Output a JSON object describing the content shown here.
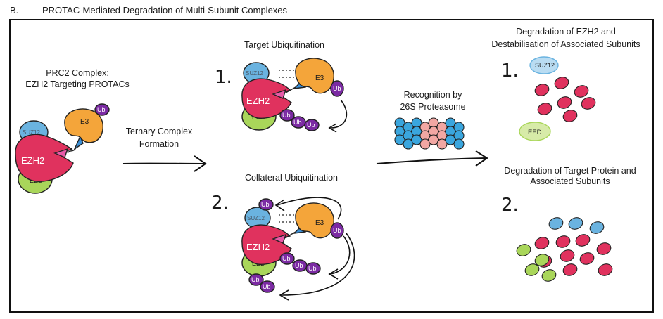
{
  "header": {
    "panel_letter": "B.",
    "title": "PROTAC-Mediated Degradation of Multi-Subunit Complexes"
  },
  "left": {
    "title_line1": "PRC2 Complex:",
    "title_line2": "EZH2 Targeting PROTACs"
  },
  "arrow1": {
    "line1": "Ternary Complex",
    "line2": "Formation"
  },
  "middle": {
    "top_title": "Target Ubiquitination",
    "top_number": "1.",
    "bottom_title": "Collateral Ubiquitination",
    "bottom_number": "2."
  },
  "arrow2": {
    "line1": "Recognition by",
    "line2": "26S Proteasome"
  },
  "right": {
    "top_line1": "Degradation of EZH2 and",
    "top_line2": "Destabilisation of Associated Subunits",
    "top_number": "1.",
    "bottom_line1": "Degradation of Target Protein and",
    "bottom_line2": "Associated Subunits",
    "bottom_number": "2."
  },
  "proteins": {
    "ezh2": "EZH2",
    "suz12": "SUZ12",
    "eed": "EED",
    "e3": "E3",
    "ub": "Ub"
  },
  "colors": {
    "ezh2": "#e0325e",
    "suz12": "#6ab3e0",
    "eed": "#a9d65a",
    "e3": "#f4a53a",
    "ub": "#7b2aa3",
    "protac_pink": "#e85aa8",
    "protac_blue": "#3b8fd6",
    "proteasome_blue": "#3aa6de",
    "proteasome_pink": "#f2a7a3"
  }
}
